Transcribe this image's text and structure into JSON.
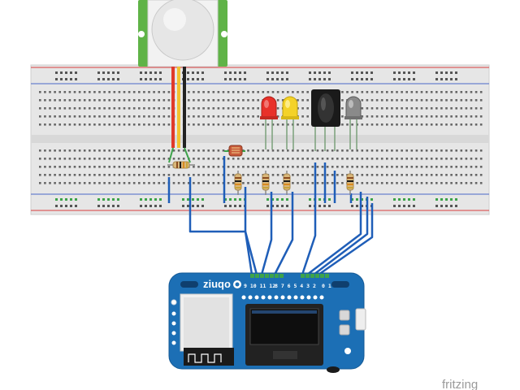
{
  "board": {
    "brand": "ziuqo",
    "pins_left": "9 10 11 12",
    "pins_mid": "8 7 6 5 4 3 2",
    "pins_right": "0 1"
  },
  "watermark": "fritzing",
  "colors": {
    "breadboard": "#e8e8e8",
    "rail_red": "#d94040",
    "rail_blue": "#4a68c8",
    "board_blue": "#1c6fb5",
    "wire_blue": "#1f5eb8",
    "wire_red": "#e03a2a",
    "wire_yellow": "#f2c230",
    "pir_green": "#62b446",
    "led_red": "#e8312a",
    "led_yellow": "#f4d228",
    "led_gray": "#8a8a8a"
  },
  "components": [
    {
      "name": "pir-sensor",
      "icon": "motion-sensor-icon"
    },
    {
      "name": "photoresistor",
      "icon": "ldr-icon"
    },
    {
      "name": "red-led",
      "icon": "led-icon"
    },
    {
      "name": "yellow-led",
      "icon": "led-icon"
    },
    {
      "name": "ir-receiver",
      "icon": "ir-receiver-icon"
    },
    {
      "name": "gray-led",
      "icon": "led-icon"
    },
    {
      "name": "resistors",
      "icon": "resistor-icon"
    }
  ]
}
